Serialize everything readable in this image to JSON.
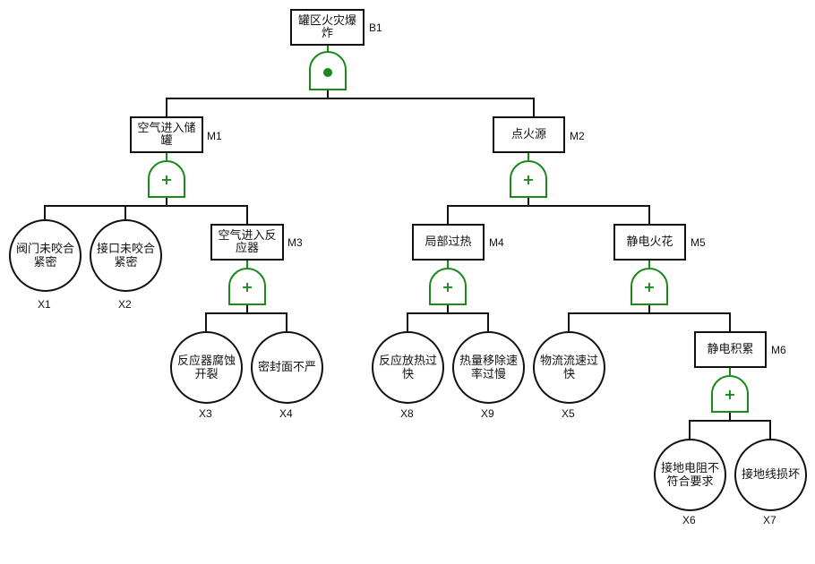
{
  "diagram": {
    "type": "fault-tree",
    "colors": {
      "gate": "#1a8a1a",
      "line": "#111111",
      "box_border": "#111111"
    },
    "top_event": {
      "id": "B1",
      "label": "罐区火灾爆炸",
      "gate": "AND"
    },
    "intermediate_events": [
      {
        "id": "M1",
        "label": "空气进入储罐",
        "gate": "OR",
        "parent": "B1"
      },
      {
        "id": "M2",
        "label": "点火源",
        "gate": "OR",
        "parent": "B1"
      },
      {
        "id": "M3",
        "label": "空气进入反应器",
        "gate": "OR",
        "parent": "M1"
      },
      {
        "id": "M4",
        "label": "局部过热",
        "gate": "OR",
        "parent": "M2"
      },
      {
        "id": "M5",
        "label": "静电火花",
        "gate": "OR",
        "parent": "M2"
      },
      {
        "id": "M6",
        "label": "静电积累",
        "gate": "OR",
        "parent": "M5"
      }
    ],
    "basic_events": [
      {
        "id": "X1",
        "label": "阀门未咬合紧密",
        "parent": "M1"
      },
      {
        "id": "X2",
        "label": "接口未咬合紧密",
        "parent": "M1"
      },
      {
        "id": "X3",
        "label": "反应器腐蚀开裂",
        "parent": "M3"
      },
      {
        "id": "X4",
        "label": "密封面不严",
        "parent": "M3"
      },
      {
        "id": "X8",
        "label": "反应放热过快",
        "parent": "M4"
      },
      {
        "id": "X9",
        "label": "热量移除速率过慢",
        "parent": "M4"
      },
      {
        "id": "X5",
        "label": "物流流速过快",
        "parent": "M5"
      },
      {
        "id": "X6",
        "label": "接地电阻不符合要求",
        "parent": "M6"
      },
      {
        "id": "X7",
        "label": "接地线损坏",
        "parent": "M6"
      }
    ],
    "gate_symbols": {
      "AND": "dot",
      "OR": "+"
    }
  }
}
